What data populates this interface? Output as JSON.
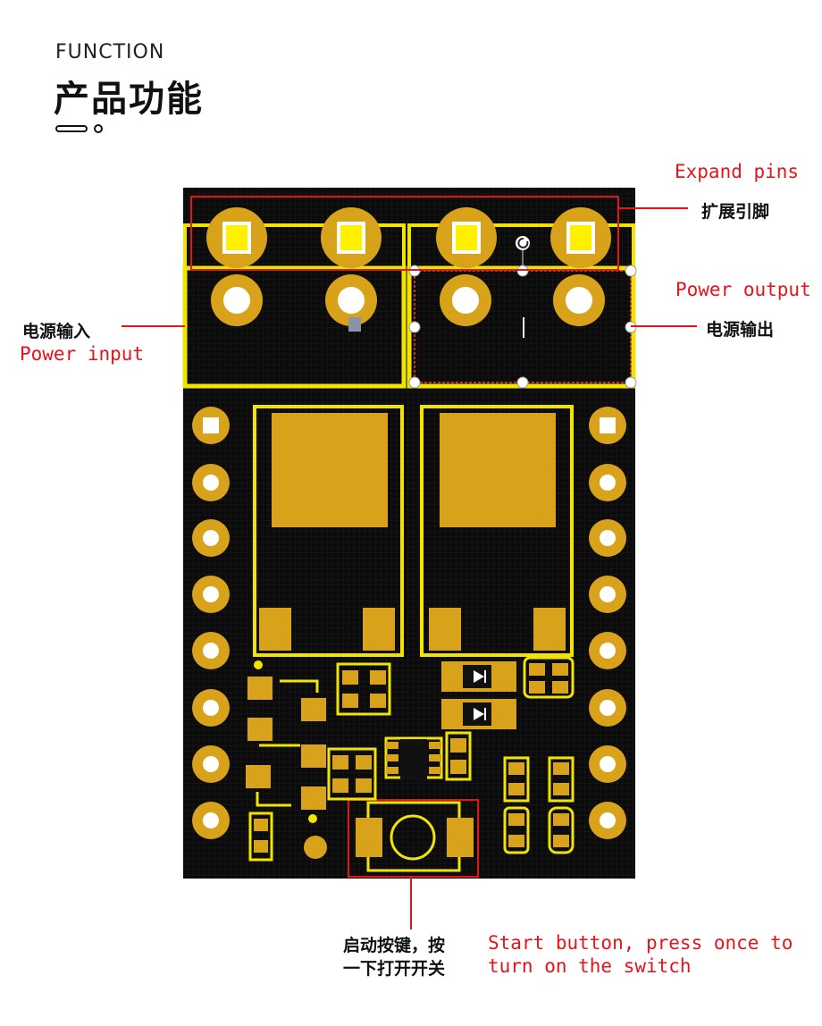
{
  "header": {
    "subtitle_en": "FUNCTION",
    "title_cn": "产品功能"
  },
  "annotations": {
    "expand_pins_en": "Expand pins",
    "expand_pins_cn": "扩展引脚",
    "power_output_en": "Power output",
    "power_output_cn": "电源输出",
    "power_input_cn": "电源输入",
    "power_input_en": "Power input",
    "start_button_cn_line1": "启动按键，按",
    "start_button_cn_line2": "一下打开开关",
    "start_button_en_line1": "Start button, press once to",
    "start_button_en_line2": "turn on the switch"
  },
  "colors": {
    "board": "#0b0b0b",
    "gold": "#d9a21b",
    "outline": "#f2e400",
    "annotation": "#e4141b"
  }
}
